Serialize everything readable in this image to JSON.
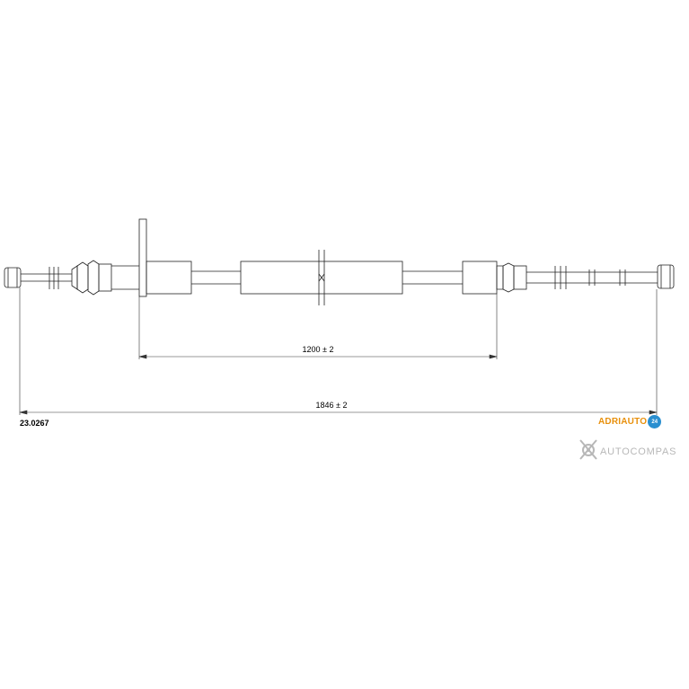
{
  "part_number": "23.0267",
  "dimensions": {
    "inner": "1200 ± 2",
    "overall": "1846 ± 2"
  },
  "brand": {
    "name": "ADRIAUTO",
    "badge": "24",
    "color": "#e8900c",
    "badge_color": "#2a8fd0"
  },
  "watermark": {
    "name": "AUTOCOMPAS",
    "icon": "wrench-gear-icon"
  }
}
